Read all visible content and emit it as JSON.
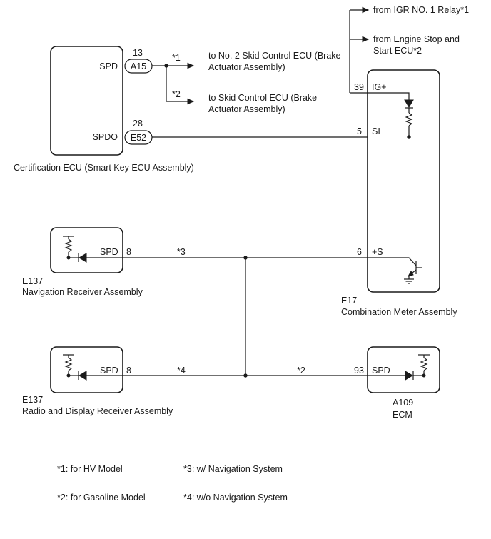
{
  "components": {
    "cert_ecu": {
      "name": "Certification ECU (Smart Key ECU Assembly)",
      "pin_spd": "SPD",
      "pin_spdo": "SPDO"
    },
    "meter": {
      "code": "E17",
      "name": "Combination Meter Assembly",
      "pin_ig": "IG+",
      "pin_si": "SI",
      "pin_s": "+S"
    },
    "nav": {
      "code": "E137",
      "name": "Navigation Receiver Assembly",
      "pin": "SPD"
    },
    "radio": {
      "code": "E137",
      "name": "Radio and Display Receiver Assembly",
      "pin": "SPD"
    },
    "ecm": {
      "code": "A109",
      "name": "ECM",
      "pin": "SPD"
    }
  },
  "connectors": {
    "a15": {
      "label": "A15",
      "pin": "13"
    },
    "e52": {
      "label": "E52",
      "pin": "28"
    }
  },
  "pins": {
    "meter_ig": "39",
    "meter_si": "5",
    "meter_s": "6",
    "nav_spd": "8",
    "radio_spd": "8",
    "ecm_spd": "93"
  },
  "signals": {
    "from_igr": "from IGR NO. 1 Relay*1",
    "from_engine_stop_l1": "from Engine Stop and",
    "from_engine_stop_l2": "Start ECU*2",
    "to_skid2_l1": "to No. 2 Skid Control ECU (Brake",
    "to_skid2_l2": "Actuator Assembly)",
    "to_skid_l1": "to Skid Control ECU (Brake",
    "to_skid_l2": "Actuator Assembly)"
  },
  "wire_marks": {
    "hv": "*1",
    "gas": "*2",
    "nav": "*3",
    "wo_nav": "*4",
    "ecm_gas": "*2"
  },
  "legend": {
    "n1": "*1: for HV Model",
    "n2": "*2: for Gasoline Model",
    "n3": "*3: w/ Navigation System",
    "n4": "*4: w/o Navigation System"
  }
}
